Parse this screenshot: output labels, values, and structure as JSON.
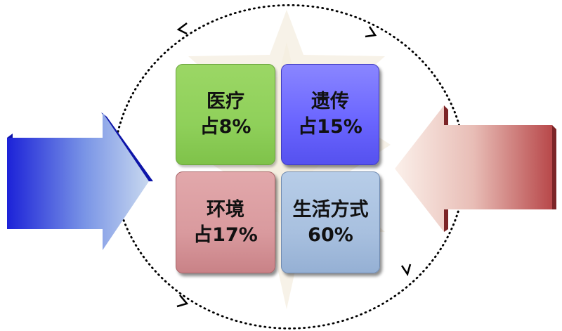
{
  "diagram": {
    "tiles": {
      "medical": {
        "line1": "医疗",
        "line2": "占8%",
        "color": "#8fd05a"
      },
      "genetics": {
        "line1": "遗传",
        "line2": "占15%",
        "color": "#6b66ff"
      },
      "environment": {
        "line1": "环境",
        "line2": "占17%",
        "color": "#d99a9e"
      },
      "lifestyle": {
        "line1": "生活方式",
        "line2": "60%",
        "color": "#a8c0df"
      }
    },
    "left_arrow": {
      "color_dark": "#1c22d8",
      "color_light": "#c8d8ef",
      "direction": "right"
    },
    "right_arrow": {
      "color_dark": "#b8484a",
      "color_light": "#fbf0ea",
      "direction": "left"
    },
    "cycle": {
      "style": "dotted-circle",
      "arrowheads": 4
    },
    "background_star": {
      "color": "#f6f1e6"
    }
  }
}
